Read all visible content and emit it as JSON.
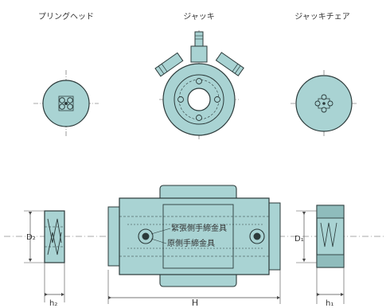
{
  "views": {
    "spring_head": "プリングヘッド",
    "jack": "ジャッキ",
    "jack_chair": "ジャッキチェア"
  },
  "annotations": {
    "tension_side": "緊張側手締金具",
    "fixed_side": "原側手締金具"
  },
  "dimensions": {
    "d2": "D₂",
    "d1": "D₁",
    "h2": "h₂",
    "h": "H",
    "h1": "h₁"
  },
  "colors": {
    "body_fill": "#a9d3d3",
    "body_fill_dark": "#8fbcbc",
    "line": "#2b3a3a",
    "dim_line": "#4a4a4a"
  }
}
